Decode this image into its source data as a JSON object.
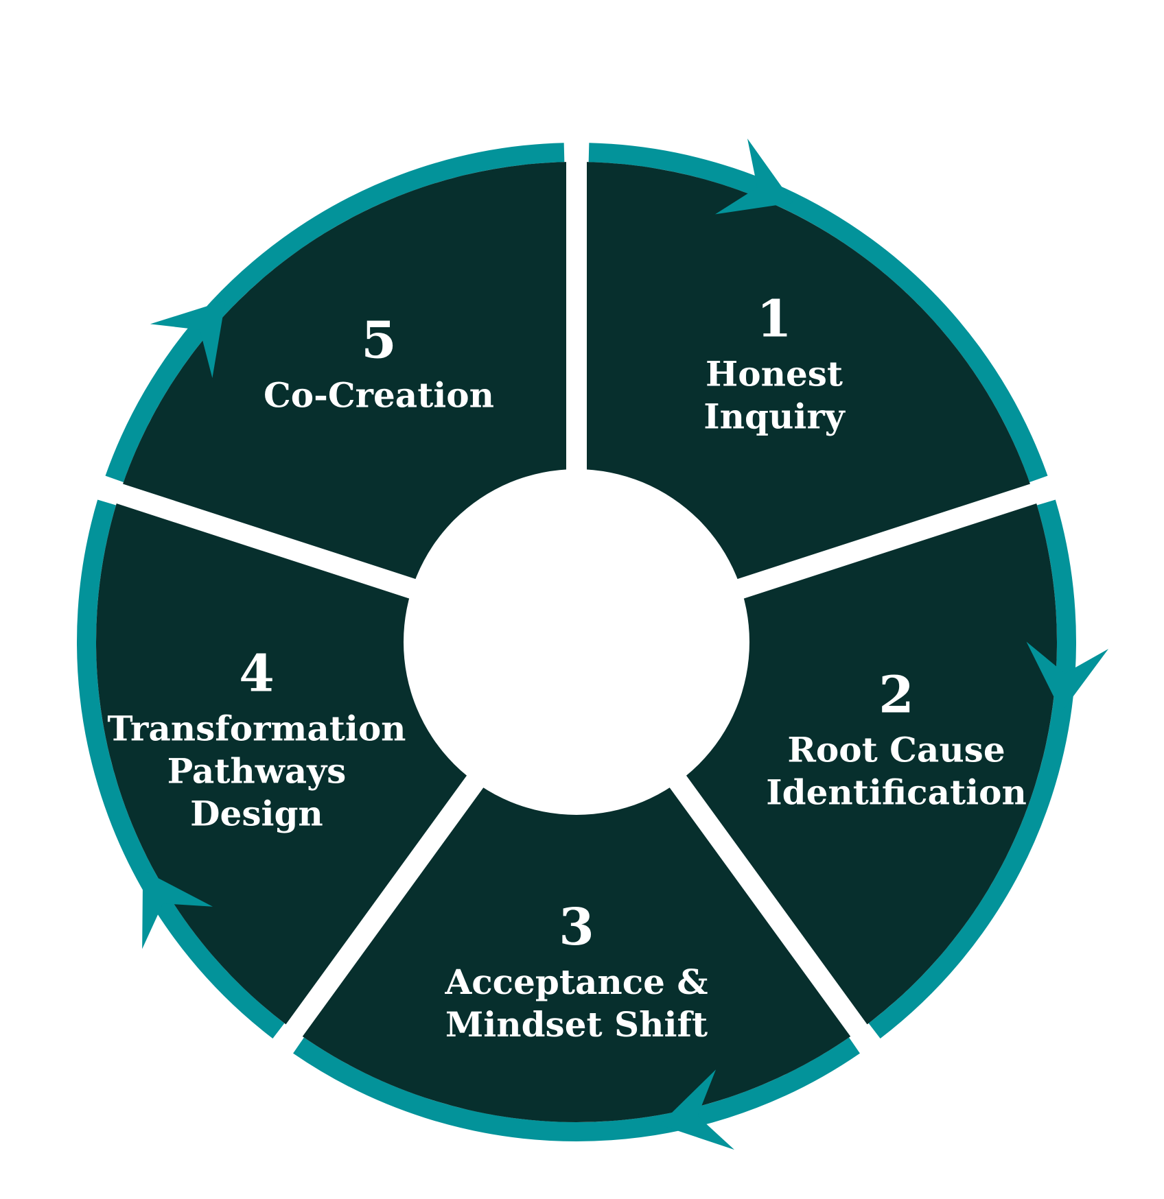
{
  "colors": {
    "segment_fill": "#072f2d",
    "ring": "#03939a",
    "text": "#ffffff",
    "background": "#ffffff"
  },
  "direction": "clockwise",
  "steps": [
    {
      "number": "1",
      "lines": [
        "Honest",
        "Inquiry"
      ]
    },
    {
      "number": "2",
      "lines": [
        "Root Cause",
        "Identification"
      ]
    },
    {
      "number": "3",
      "lines": [
        "Acceptance &",
        "Mindset Shift"
      ]
    },
    {
      "number": "4",
      "lines": [
        "Transformation",
        "Pathways",
        "Design"
      ]
    },
    {
      "number": "5",
      "lines": [
        "Co-Creation"
      ]
    }
  ]
}
